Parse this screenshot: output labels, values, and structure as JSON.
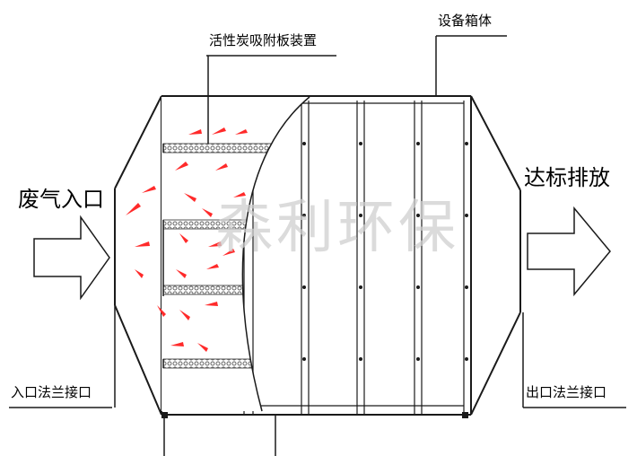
{
  "labels": {
    "activated_carbon": "活性炭吸附板装置",
    "equipment_box": "设备箱体",
    "waste_gas_inlet": "废气入口",
    "discharge": "达标排放",
    "inlet_flange": "入口法兰接口",
    "outlet_flange": "出口法兰接口",
    "watermark": "森利环保"
  },
  "colors": {
    "line": "#1a1a1a",
    "airflow_arrows": "#ff2a2a",
    "carbon_plate": "#9a9a9a",
    "watermark": "#d0d0d0"
  },
  "icons": {
    "inlet_arrow": "hollow-right-arrow",
    "outlet_arrow": "hollow-right-arrow"
  }
}
